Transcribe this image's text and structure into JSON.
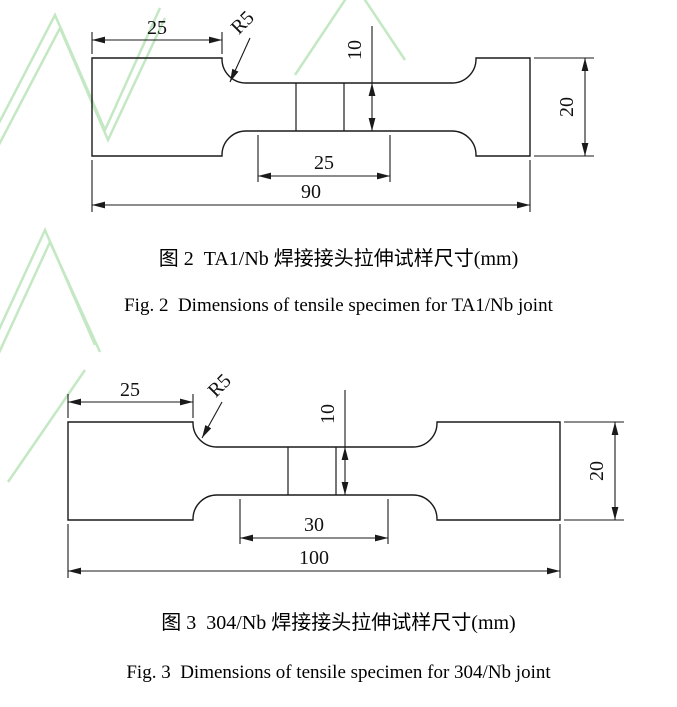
{
  "page": {
    "background": "#ffffff",
    "line_color": "#1a1a1a",
    "watermark_color": "#b9e4b9"
  },
  "figure2": {
    "dimensions": {
      "grip_length_mm": "25",
      "fillet_radius": "R5",
      "gauge_width_mm": "10",
      "grip_width_mm": "20",
      "gauge_length_mm": "25",
      "overall_length_mm": "90"
    },
    "caption_zh": "图 2  TA1/Nb 焊接接头拉伸试样尺寸(mm)",
    "caption_en": "Fig. 2  Dimensions of tensile specimen for TA1/Nb joint"
  },
  "figure3": {
    "dimensions": {
      "grip_length_mm": "25",
      "fillet_radius": "R5",
      "gauge_width_mm": "10",
      "grip_width_mm": "20",
      "gauge_length_mm": "30",
      "overall_length_mm": "100"
    },
    "caption_zh": "图 3  304/Nb 焊接接头拉伸试样尺寸(mm)",
    "caption_en": "Fig. 3  Dimensions of tensile specimen for 304/Nb joint"
  }
}
